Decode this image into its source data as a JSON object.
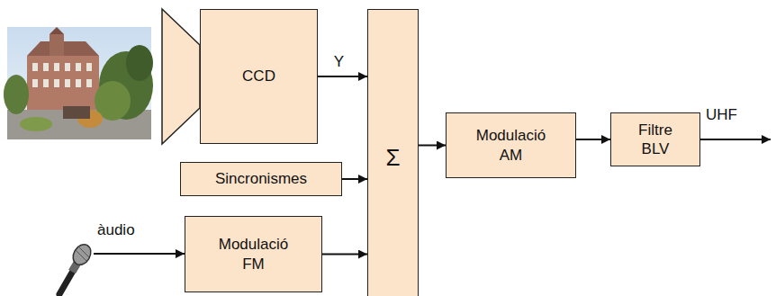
{
  "diagram": {
    "nodes": [
      {
        "text": [
          "CCD"
        ]
      },
      {
        "text": [
          "Sincronismes"
        ]
      },
      {
        "text": [
          "Modulació FM"
        ]
      },
      {
        "text": [
          "Σ"
        ]
      },
      {
        "text": [
          "Modulació AM"
        ]
      },
      {
        "text": [
          "Filtre BLV"
        ]
      }
    ],
    "edges": [
      {
        "from": 0,
        "to": 3,
        "arrow": "to",
        "label": "Y"
      },
      {
        "from": 1,
        "to": 3,
        "arrow": "to"
      },
      {
        "from": 2,
        "to": 3,
        "arrow": "to"
      },
      {
        "from": 3,
        "to": 4,
        "arrow": "to"
      },
      {
        "from": 4,
        "to": 5,
        "arrow": "to"
      }
    ],
    "labels": [
      "àudio",
      "UHF"
    ]
  }
}
